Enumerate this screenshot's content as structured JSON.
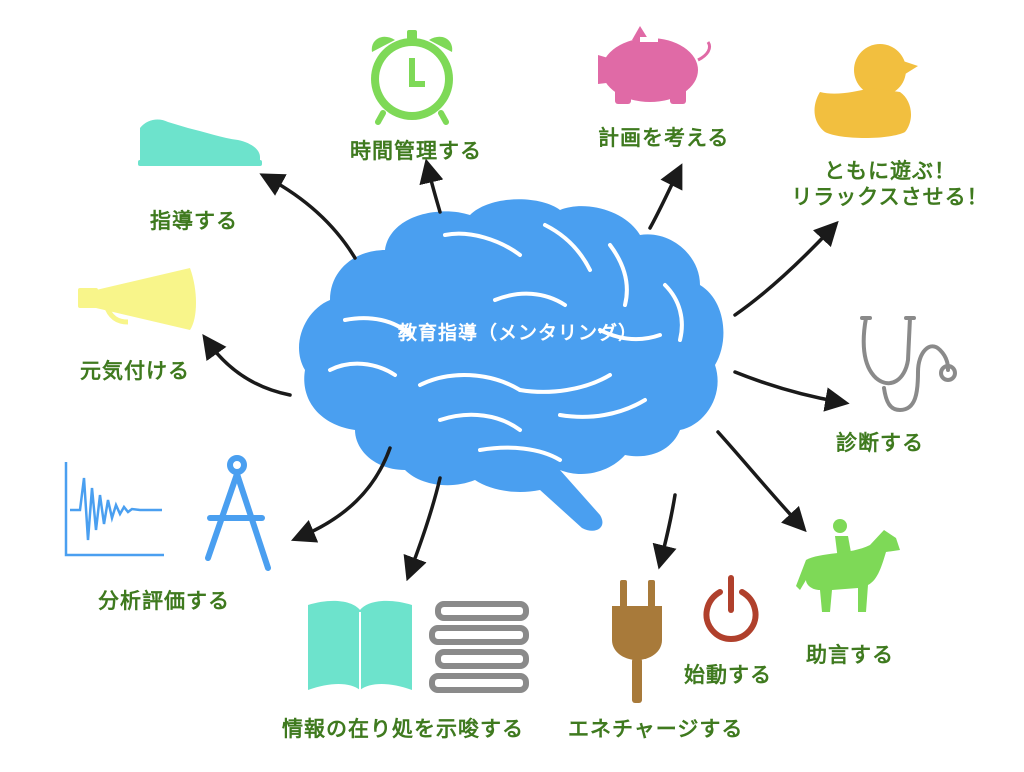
{
  "center": {
    "label": "教育指導（メンタリング）",
    "color": "#4a9ff0"
  },
  "label_color": "#3f7a1f",
  "nodes": [
    {
      "id": "shidou",
      "label": "指導する",
      "icon": "sneaker-icon",
      "color": "#6de3cc"
    },
    {
      "id": "jikan",
      "label": "時間管理する",
      "icon": "alarm-clock-icon",
      "color": "#7ed957"
    },
    {
      "id": "keikaku",
      "label": "計画を考える",
      "icon": "piggy-bank-icon",
      "color": "#e06aa6"
    },
    {
      "id": "asobu",
      "label_lines": [
        "ともに遊ぶ！",
        "リラックスさせる！"
      ],
      "icon": "rubber-duck-icon",
      "color": "#f2bf3f"
    },
    {
      "id": "genki",
      "label": "元気付ける",
      "icon": "megaphone-icon",
      "color": "#f8f58a"
    },
    {
      "id": "shindan",
      "label": "診断する",
      "icon": "stethoscope-icon",
      "color": "#8a8a8a"
    },
    {
      "id": "bunseki",
      "label": "分析評価する",
      "icon": "compass-icon",
      "color": "#4a9ff0"
    },
    {
      "id": "jouhou",
      "label": "情報の在り処を示唆する",
      "icon": "books-icon",
      "color": "#6de3cc"
    },
    {
      "id": "energy",
      "label": "エネチャージする",
      "icon": "plug-icon",
      "color": "#a87a3a"
    },
    {
      "id": "shidou2",
      "label": "始動する",
      "icon": "power-icon",
      "color": "#b0402c"
    },
    {
      "id": "jogen",
      "label": "助言する",
      "icon": "horse-rider-icon",
      "color": "#7ed957"
    }
  ]
}
